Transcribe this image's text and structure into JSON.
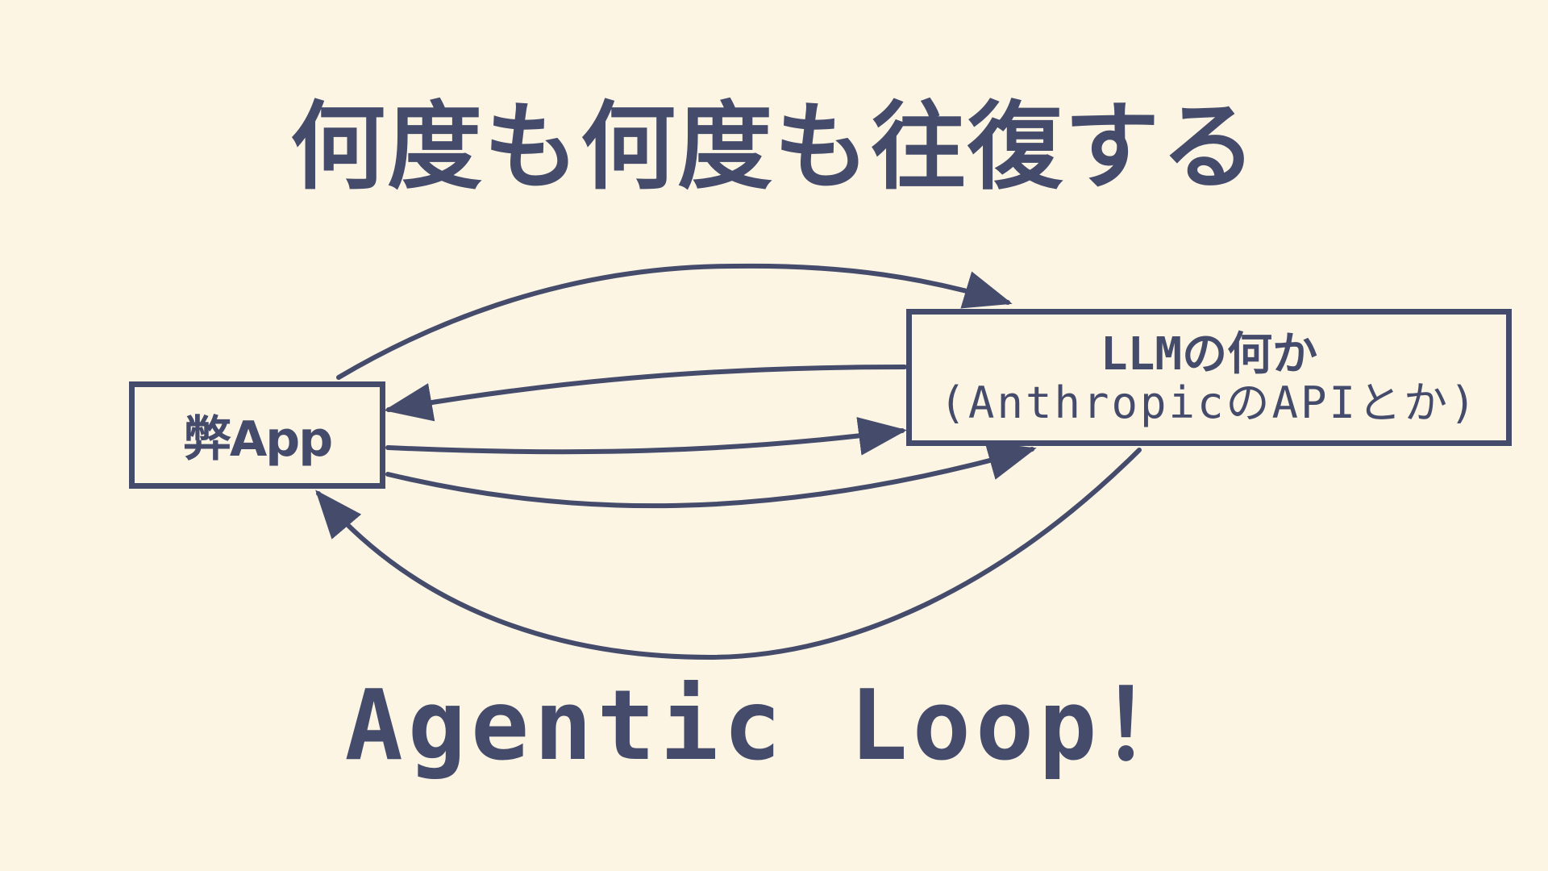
{
  "title": "何度も何度も往復する",
  "nodes": {
    "app": {
      "label": "弊App"
    },
    "llm": {
      "title": "LLMの何か",
      "subtitle": "(AnthropicのAPIとか)"
    }
  },
  "footer": "Agentic Loop！",
  "colors": {
    "background": "#fdf5e4",
    "ink": "#454b6b"
  },
  "edges": [
    {
      "from": "app",
      "to": "llm"
    },
    {
      "from": "llm",
      "to": "app"
    },
    {
      "from": "app",
      "to": "llm"
    },
    {
      "from": "app",
      "to": "llm"
    },
    {
      "from": "llm",
      "to": "app"
    }
  ]
}
